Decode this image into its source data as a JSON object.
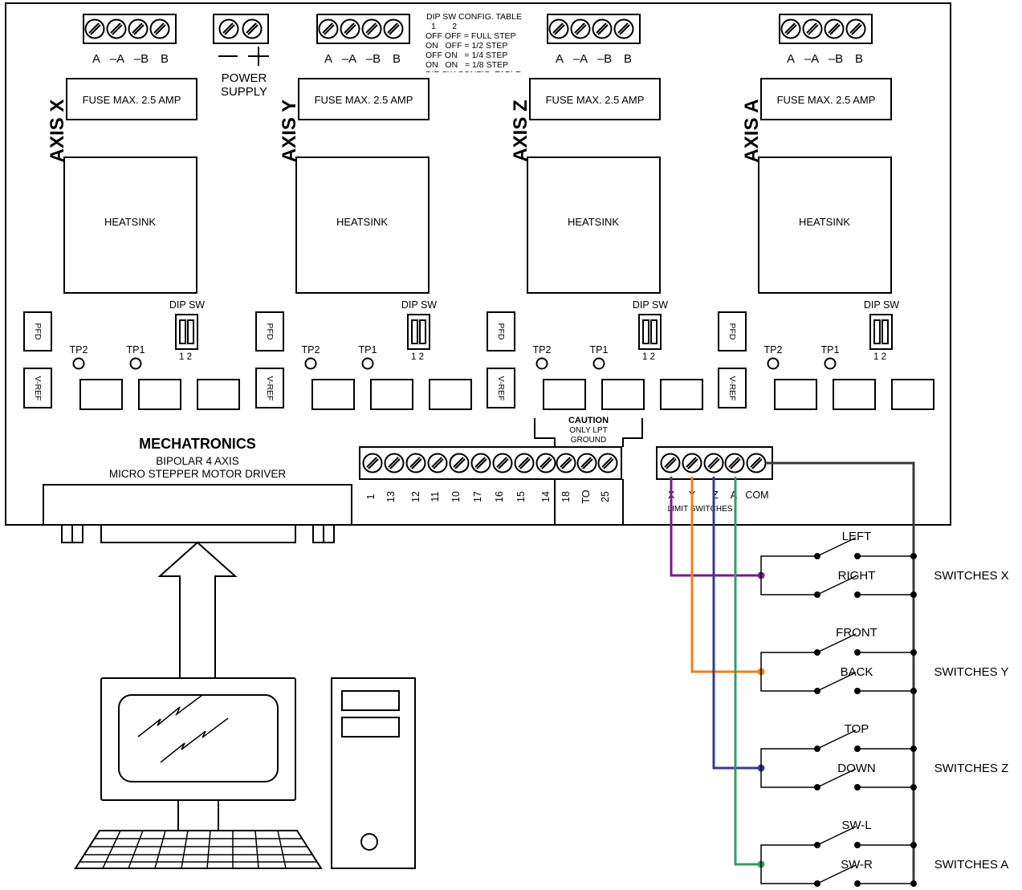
{
  "board": {
    "brand": "MECHATRONICS",
    "subtitle_line1": "BIPOLAR 4 AXIS",
    "subtitle_line2": "MICRO STEPPER MOTOR DRIVER"
  },
  "power_supply": {
    "label_line1": "POWER",
    "label_line2": "SUPPLY",
    "minus": "—",
    "plus": "+"
  },
  "motor_terminal_labels": [
    "A",
    "–A",
    "–B",
    "B"
  ],
  "dip_table": {
    "title": "DIP SW CONFIG. TABLE",
    "header": "1       2",
    "rows": [
      "OFF OFF = FULL STEP",
      "ON   OFF = 1/2 STEP",
      "OFF ON   = 1/4 STEP",
      "ON   ON   = 1/8 STEP"
    ],
    "clipped_repeat": "DIP SW CONFIG. TABLE"
  },
  "axes": [
    {
      "name": "AXIS X",
      "fuse": "FUSE MAX. 2.5 AMP",
      "heatsink": "HEATSINK",
      "dip_label": "DIP SW",
      "dip_nums": "1  2",
      "pfd": "PFD",
      "vref": "V-REF",
      "tp2": "TP2",
      "tp1": "TP1"
    },
    {
      "name": "AXIS Y",
      "fuse": "FUSE MAX. 2.5 AMP",
      "heatsink": "HEATSINK",
      "dip_label": "DIP SW",
      "dip_nums": "1  2",
      "pfd": "PFD",
      "vref": "V-REF",
      "tp2": "TP2",
      "tp1": "TP1"
    },
    {
      "name": "AXIS Z",
      "fuse": "FUSE MAX. 2.5 AMP",
      "heatsink": "HEATSINK",
      "dip_label": "DIP SW",
      "dip_nums": "1  2",
      "pfd": "PFD",
      "vref": "V-REF",
      "tp2": "TP2",
      "tp1": "TP1"
    },
    {
      "name": "AXIS A",
      "fuse": "FUSE MAX. 2.5 AMP",
      "heatsink": "HEATSINK",
      "dip_label": "DIP SW",
      "dip_nums": "1  2",
      "pfd": "PFD",
      "vref": "V-REF",
      "tp2": "TP2",
      "tp1": "TP1"
    }
  ],
  "caution": {
    "title": "CAUTION",
    "line1": "ONLY LPT",
    "line2": "GROUND"
  },
  "lpt_pins": [
    "1",
    "13",
    "12",
    "11",
    "10",
    "17",
    "16",
    "15",
    "14",
    "18",
    "TO",
    "25"
  ],
  "limit_terminal": {
    "labels": [
      "X",
      "Y",
      "Z",
      "A",
      "COM"
    ],
    "caption": "LIMIT SWITCHES"
  },
  "switch_groups": [
    {
      "top": "LEFT",
      "bottom": "RIGHT",
      "group": "SWITCHES X",
      "color": "#7b1a8c"
    },
    {
      "top": "FRONT",
      "bottom": "BACK",
      "group": "SWITCHES Y",
      "color": "#f07f1b"
    },
    {
      "top": "TOP",
      "bottom": "DOWN",
      "group": "SWITCHES Z",
      "color": "#353a9a"
    },
    {
      "top": "SW-L",
      "bottom": "SW-R",
      "group": "SWITCHES A",
      "color": "#3a9a64"
    }
  ],
  "colors": {
    "com_wire": "#3a3a3a",
    "line": "#000000"
  }
}
